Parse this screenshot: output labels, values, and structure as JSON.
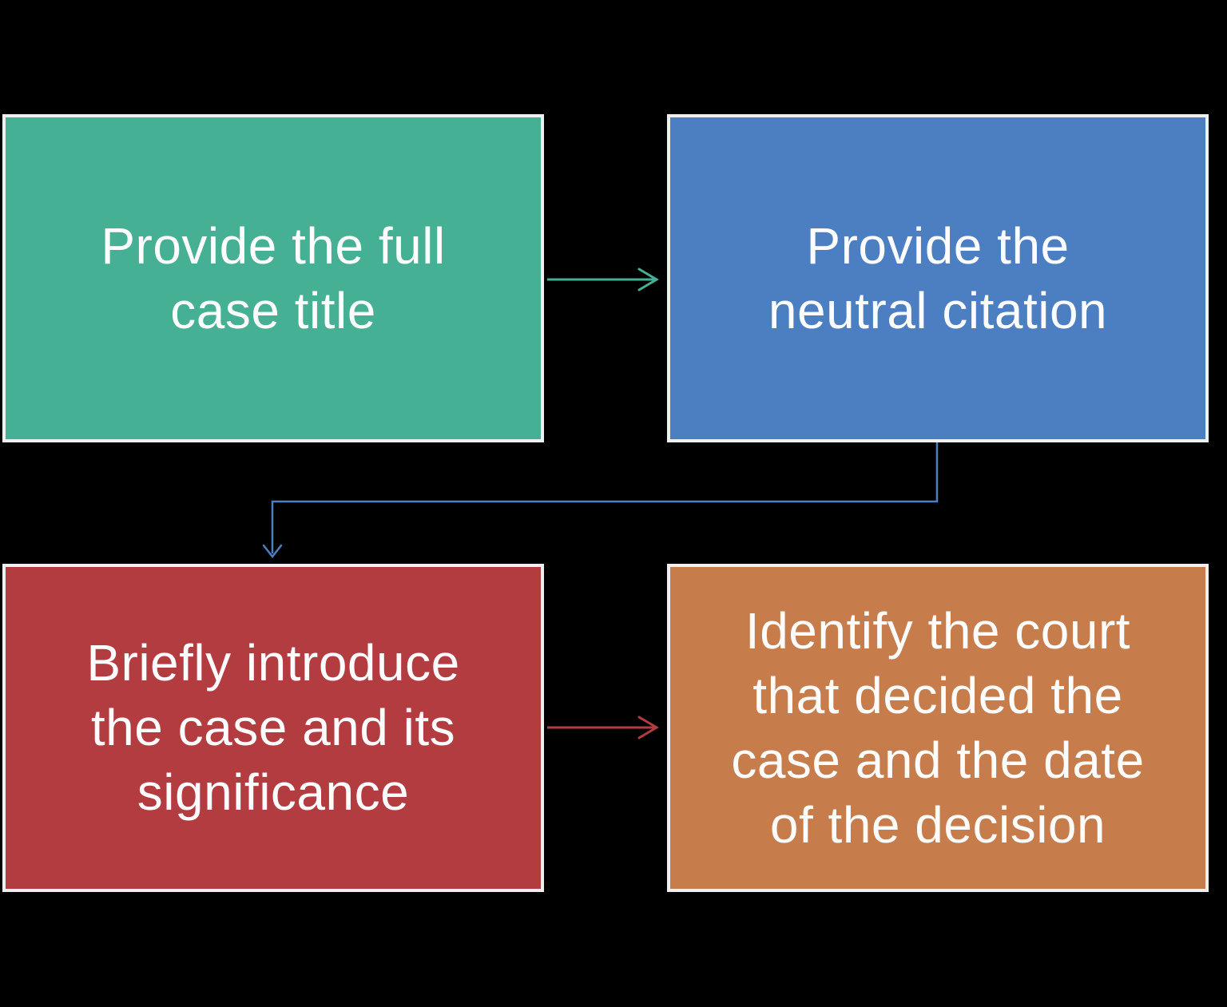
{
  "diagram": {
    "type": "flowchart",
    "background_color": "#000000",
    "node_border_color": "#EEF0F1",
    "text_color": "#FCFCFC",
    "nodes": [
      {
        "id": "step-1",
        "label": "Provide the full\ncase title",
        "color": "#45B093"
      },
      {
        "id": "step-2",
        "label": "Provide the\nneutral citation",
        "color": "#4C7EC2"
      },
      {
        "id": "step-3",
        "label": "Briefly introduce\nthe case and its\nsignificance",
        "color": "#B33C41"
      },
      {
        "id": "step-4",
        "label": "Identify the court\nthat decided the\ncase and the date\nof the decision",
        "color": "#C67D4B"
      }
    ],
    "connectors": [
      {
        "from": "step-1",
        "to": "step-2",
        "shape": "straight",
        "color": "#45B093"
      },
      {
        "from": "step-2",
        "to": "step-3",
        "shape": "elbow",
        "color": "#4C7EC2"
      },
      {
        "from": "step-3",
        "to": "step-4",
        "shape": "straight",
        "color": "#B33C41"
      }
    ]
  }
}
